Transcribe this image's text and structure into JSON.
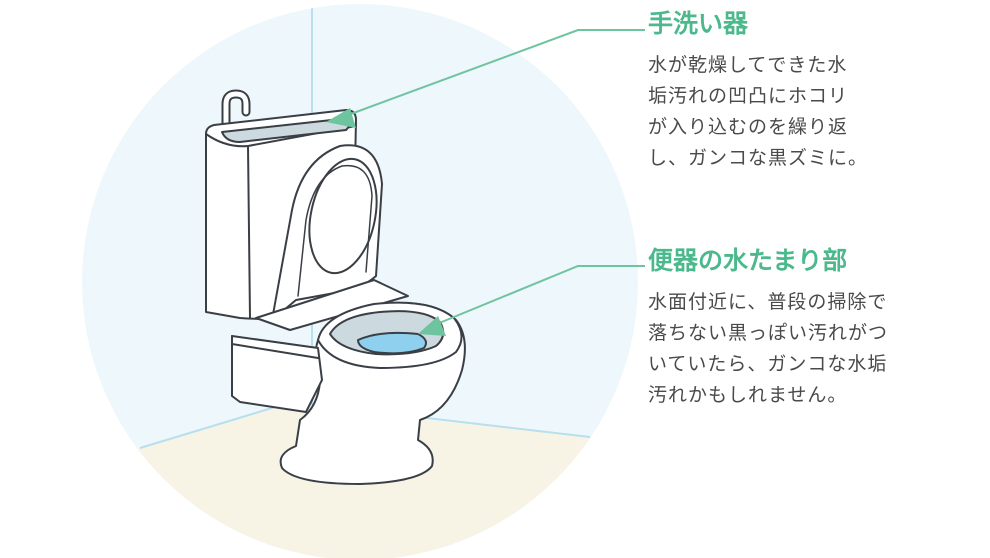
{
  "callouts": {
    "sink": {
      "title": "手洗い器",
      "lines": [
        "水が乾燥してできた水",
        "垢汚れの凹凸にホコリ",
        "が入り込むのを繰り返",
        "し、ガンコな黒ズミに。"
      ]
    },
    "bowl": {
      "title": "便器の水たまり部",
      "lines": [
        "水面付近に、普段の掃除で",
        "落ちない黒っぽい汚れがつ",
        "いていたら、ガンコな水垢",
        "汚れかもしれません。"
      ]
    }
  },
  "colors": {
    "accent": "#4cb98d",
    "text": "#4a4a4a",
    "wall": "#eef7fb",
    "floor": "#f7f4e6",
    "water": "#8fd0ef",
    "outline": "#3a3f46"
  }
}
